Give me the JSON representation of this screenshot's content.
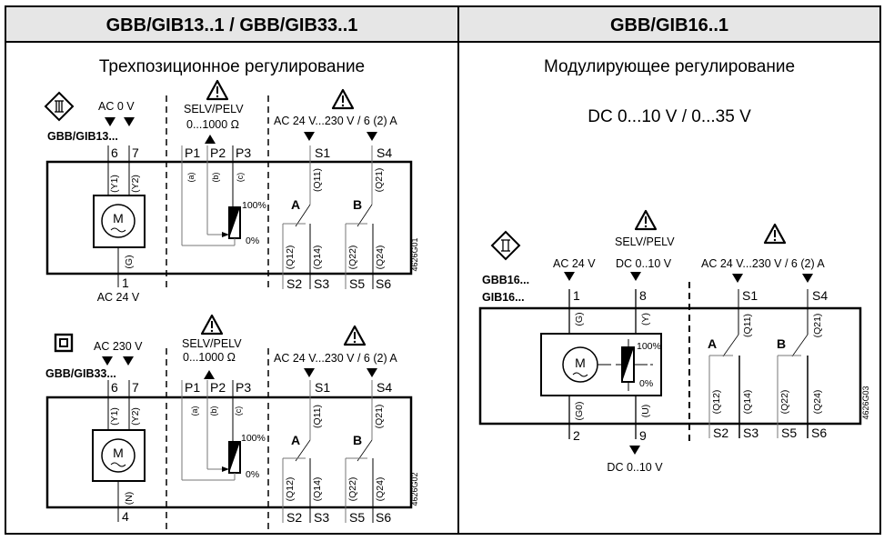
{
  "columns": [
    {
      "header": "GBB/GIB13..1 / GBB/GIB33..1",
      "subtitle": "Трехпозиционное регулирование"
    },
    {
      "header": "GBB/GIB16..1",
      "subtitle": "Модулирующее регулирование",
      "signal": "DC 0...10 V / 0...35 V"
    }
  ],
  "diagram_13": {
    "protection_class_icon": "class-III-safety-extra-low-voltage-icon",
    "supply": "AC 0 V",
    "model": "GBB/GIB13...",
    "bottom_supply": "AC 24 V",
    "pins_top": [
      "6",
      "7"
    ],
    "pin_bottom": "1",
    "motor_wires": [
      "(Y1)",
      "(Y2)",
      "(G)"
    ],
    "pot_label": "SELV/PELV",
    "pot_range": "0...1000 Ω",
    "pot_pins": [
      "P1",
      "P2",
      "P3"
    ],
    "pot_wires": [
      "(a)",
      "(b)",
      "(c)"
    ],
    "pot_max": "100%",
    "pot_min": "0%",
    "switch_supply": "AC 24 V...230 V / 6 (2) A",
    "switch_pins_top": [
      "S1",
      "S4"
    ],
    "switch_names": [
      "A",
      "B"
    ],
    "switch_wires_top": [
      "(Q11)",
      "(Q21)"
    ],
    "switch_wires_bottom": [
      "(Q12)",
      "(Q14)",
      "(Q22)",
      "(Q24)"
    ],
    "switch_pins_bottom": [
      "S2",
      "S3",
      "S5",
      "S6"
    ],
    "motor": "M",
    "drawing_id": "4626G01"
  },
  "diagram_33": {
    "protection_class_icon": "class-II-double-insulation-icon",
    "supply": "AC 230 V",
    "model": "GBB/GIB33...",
    "pins_top": [
      "6",
      "7"
    ],
    "pin_bottom": "4",
    "motor_wires": [
      "(Y1)",
      "(Y2)",
      "(N)"
    ],
    "pot_label": "SELV/PELV",
    "pot_range": "0...1000 Ω",
    "pot_pins": [
      "P1",
      "P2",
      "P3"
    ],
    "pot_wires": [
      "(a)",
      "(b)",
      "(c)"
    ],
    "pot_max": "100%",
    "pot_min": "0%",
    "switch_supply": "AC 24 V...230 V / 6 (2) A",
    "switch_pins_top": [
      "S1",
      "S4"
    ],
    "switch_names": [
      "A",
      "B"
    ],
    "switch_wires_top": [
      "(Q11)",
      "(Q21)"
    ],
    "switch_wires_bottom": [
      "(Q12)",
      "(Q14)",
      "(Q22)",
      "(Q24)"
    ],
    "switch_pins_bottom": [
      "S2",
      "S3",
      "S5",
      "S6"
    ],
    "motor": "M",
    "drawing_id": "4626G02"
  },
  "diagram_16": {
    "protection_class_icon": "class-III-safety-extra-low-voltage-icon",
    "supply_label": "AC 24 V",
    "signal_label": "SELV/PELV",
    "signal_range": "DC 0..10 V",
    "models": [
      "GBB16...",
      "GIB16..."
    ],
    "pins_top": [
      "1",
      "8"
    ],
    "pins_bottom": [
      "2",
      "9"
    ],
    "wires_top": [
      "(G)",
      "(Y)"
    ],
    "wires_bottom": [
      "(G0)",
      "(U)"
    ],
    "feedback_label": "DC 0..10 V",
    "pot_max": "100%",
    "pot_min": "0%",
    "motor": "M",
    "switch_supply": "AC 24 V...230 V / 6 (2) A",
    "switch_pins_top": [
      "S1",
      "S4"
    ],
    "switch_names": [
      "A",
      "B"
    ],
    "switch_wires_top": [
      "(Q11)",
      "(Q21)"
    ],
    "switch_wires_bottom": [
      "(Q12)",
      "(Q14)",
      "(Q22)",
      "(Q24)"
    ],
    "switch_pins_bottom": [
      "S2",
      "S3",
      "S5",
      "S6"
    ],
    "drawing_id": "4626G03"
  }
}
